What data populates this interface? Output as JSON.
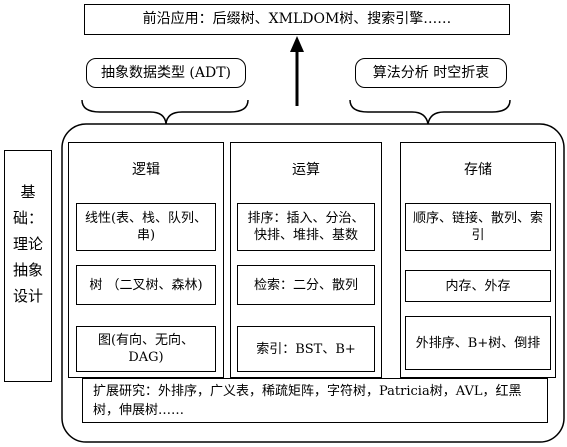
{
  "top_box": "前沿应用：后缀树、XMLDOM树、搜索引擎……",
  "left_label": "抽象数据类型 (ADT)",
  "right_label": "算法分析 时空折衷",
  "side_label": "基础：理论抽象设计",
  "columns": {
    "logic": {
      "title": "逻辑",
      "items": [
        "线性(表、栈、队列、串)",
        "树 （二叉树、森林)",
        "图(有向、无向、DAG)"
      ]
    },
    "ops": {
      "title": "运算",
      "items": [
        "排序：插入、分治、快排、堆排、基数",
        "检索：二分、散列",
        "索引：BST、B+"
      ]
    },
    "storage": {
      "title": "存储",
      "items": [
        "顺序、链接、散列、索引",
        "内存、外存",
        "外排序、B+树、倒排"
      ]
    }
  },
  "extension": "扩展研究：外排序，广义表，稀疏矩阵，字符树，Patricia树，AVL，红黑树，伸展树……"
}
